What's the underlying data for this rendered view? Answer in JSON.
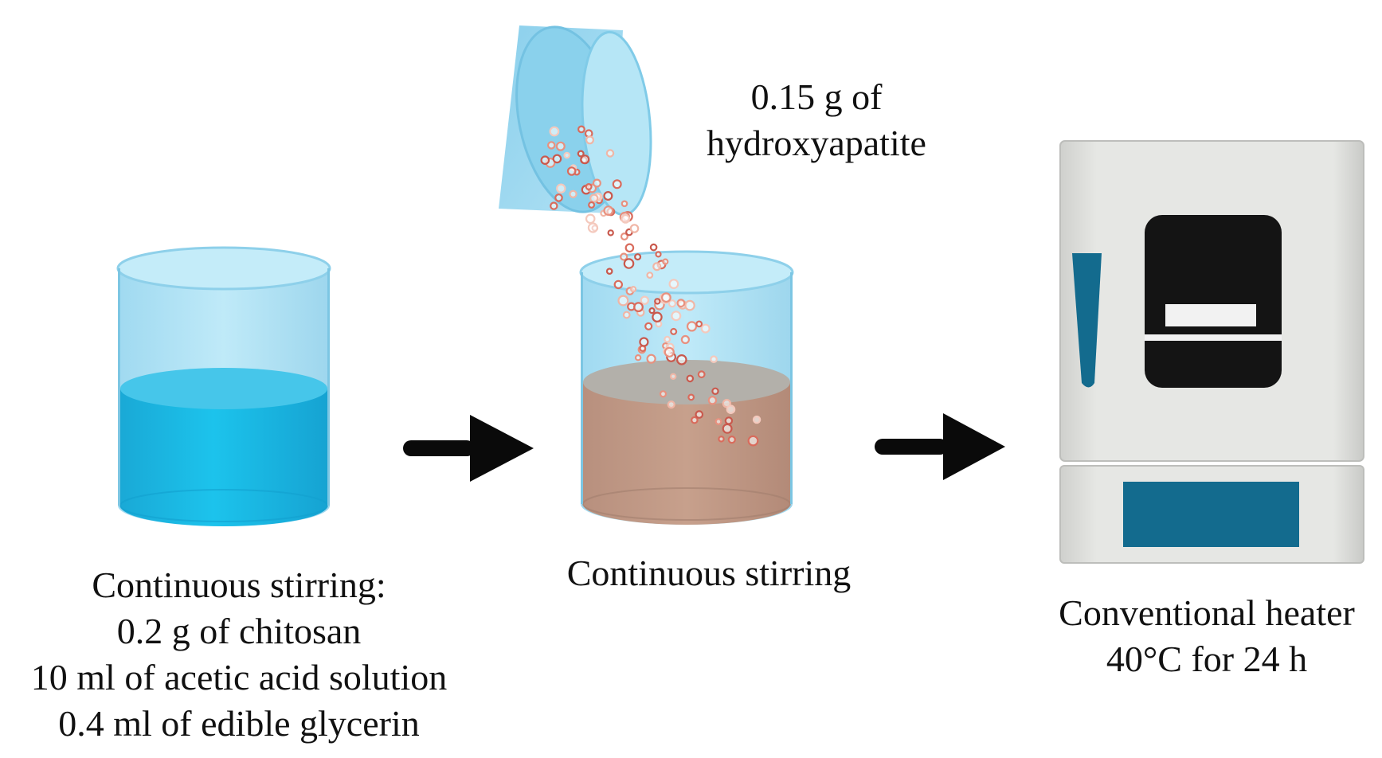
{
  "colors": {
    "solution_blue": "#19b7e2",
    "glass_blue": "#9edcf1",
    "mixture_brown": "#c09683",
    "arrow": "#0a0a0a",
    "heater_body": "#e3e4e1",
    "heater_window": "#141414",
    "heater_accent": "#136b8e"
  },
  "icons": {
    "beaker_1": "beaker-icon",
    "powder_dish": "petri-dish-icon",
    "beaker_2": "beaker-icon",
    "heater": "oven-icon"
  },
  "labels": {
    "step1": {
      "line1": "Continuous stirring:",
      "line2": "0.2 g of chitosan",
      "line3": "10 ml of acetic acid solution",
      "line4": "0.4 ml of edible glycerin"
    },
    "powder": {
      "line1": "0.15 g of",
      "line2": "hydroxyapatite"
    },
    "step2": {
      "line1": "Continuous stirring"
    },
    "step3": {
      "line1": "Conventional heater",
      "line2": "40°C for 24 h"
    }
  }
}
